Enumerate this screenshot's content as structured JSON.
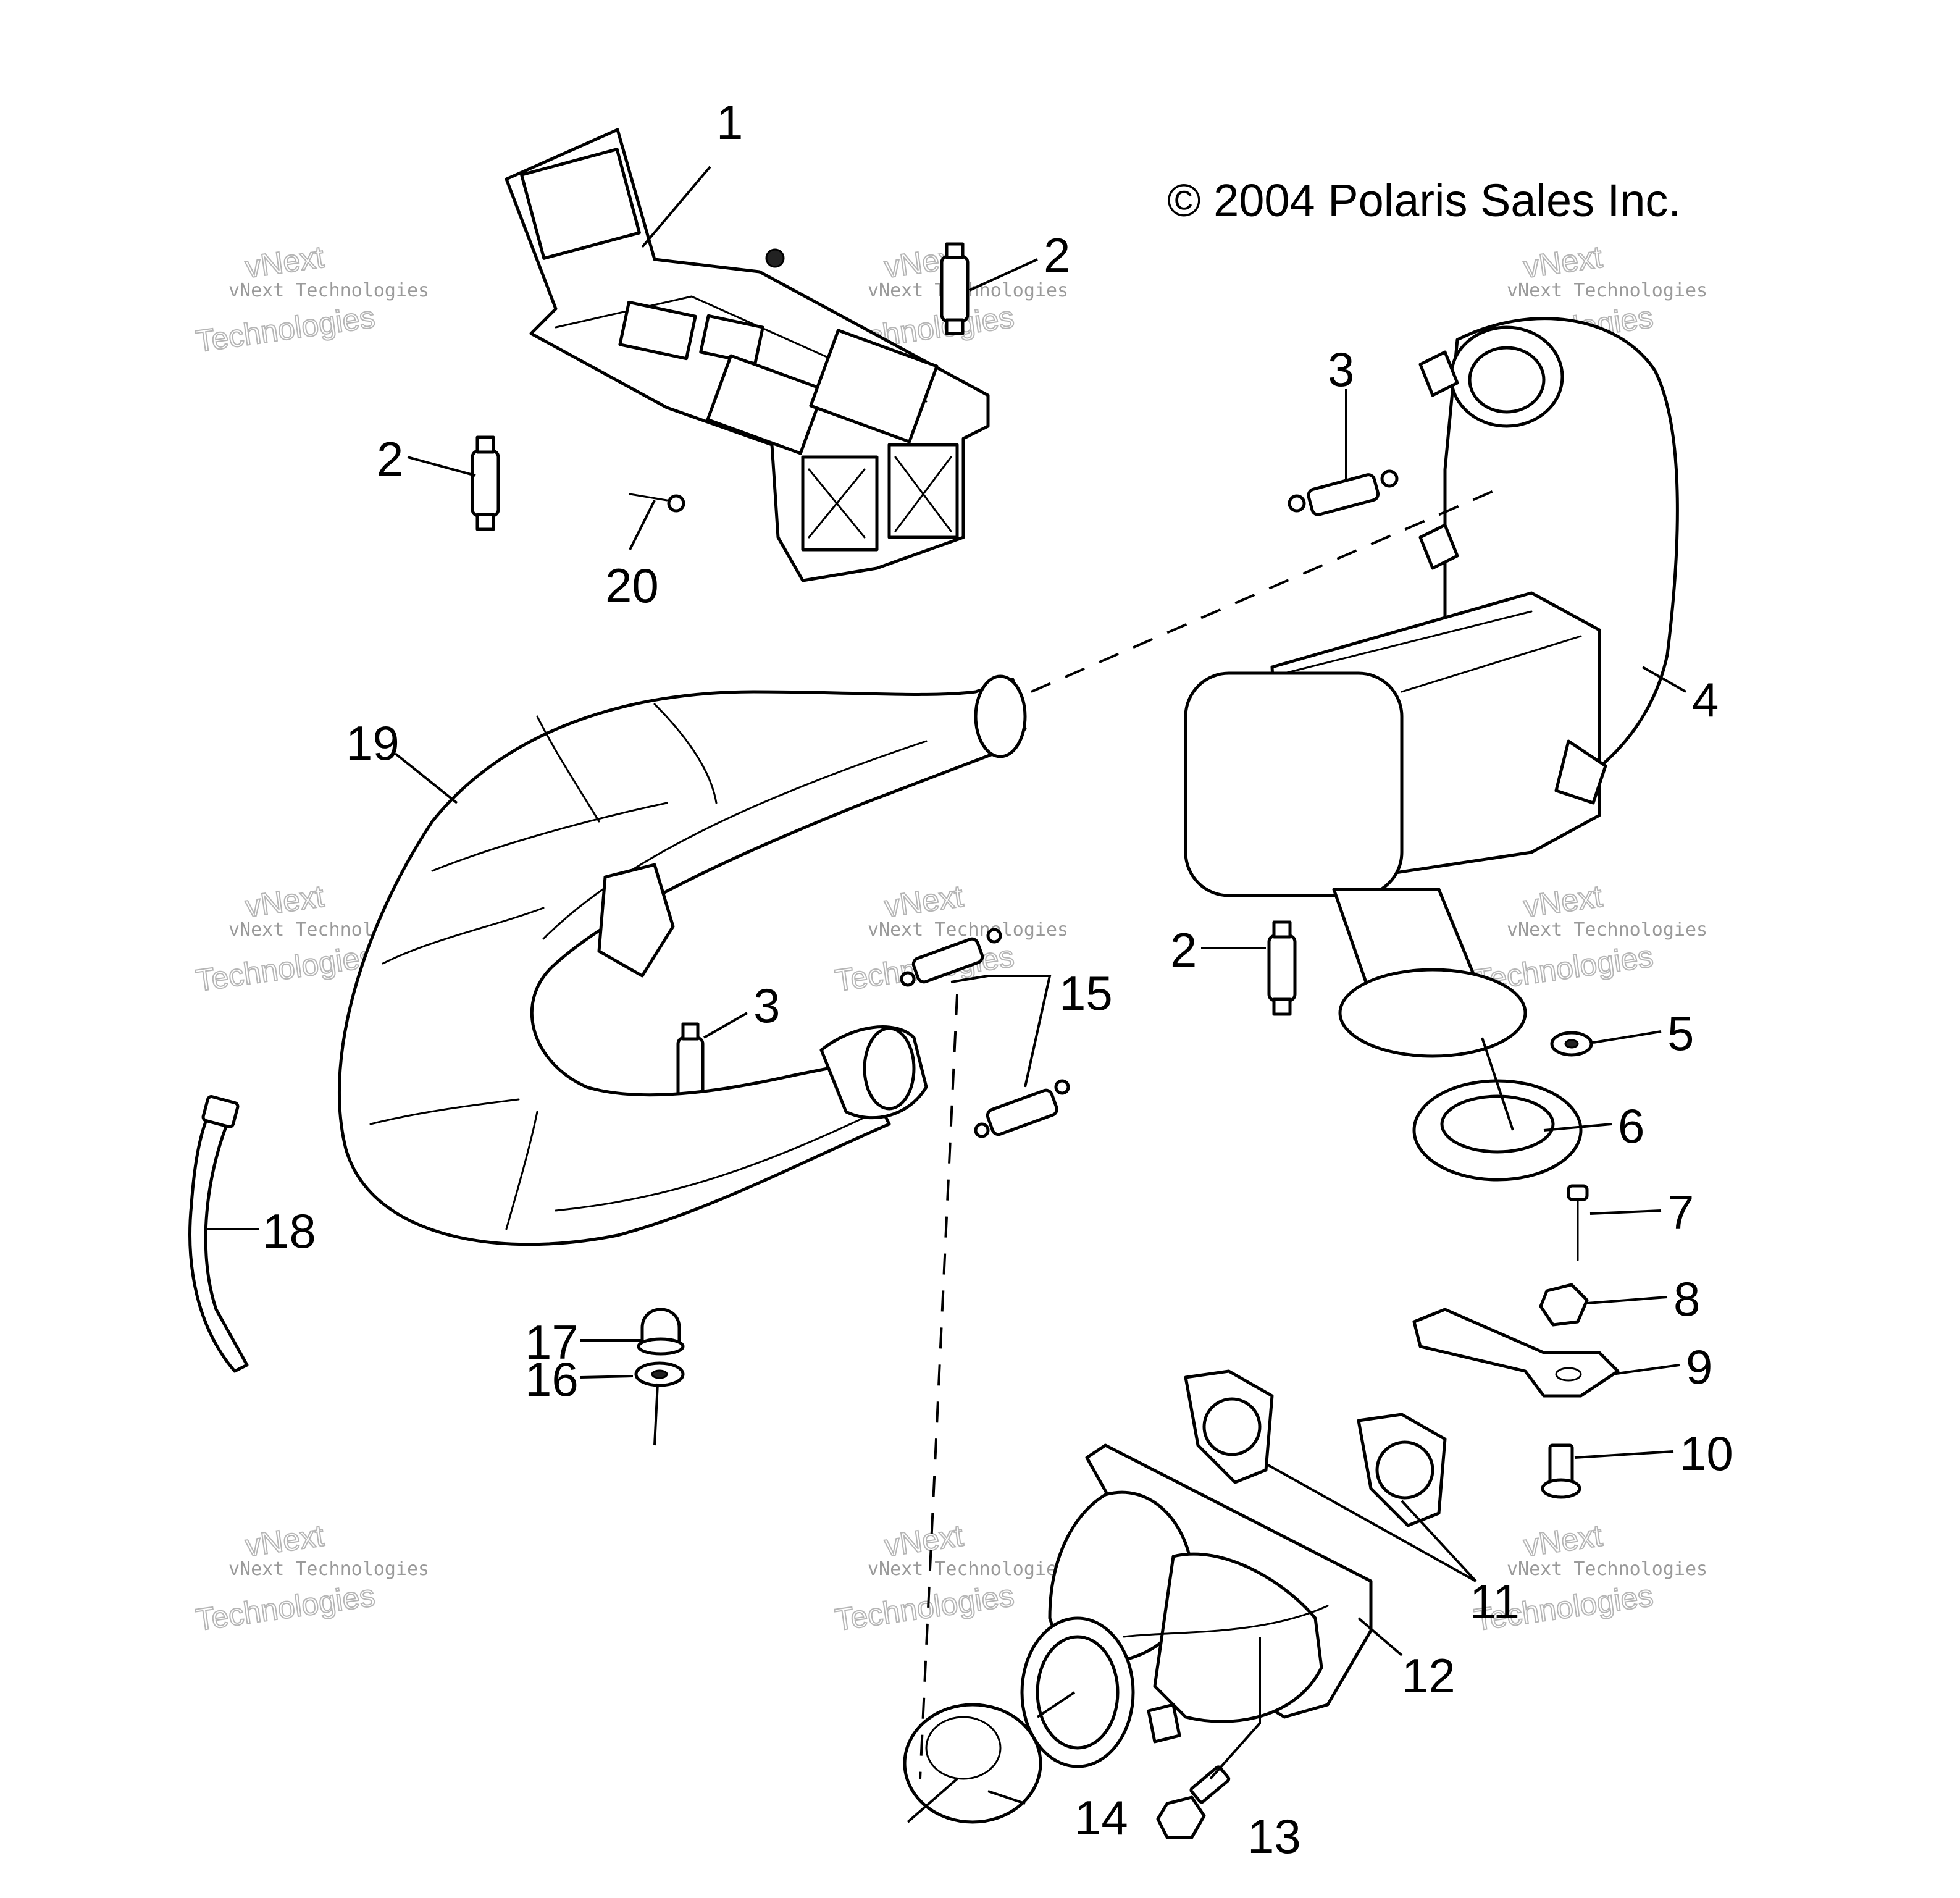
{
  "copyright": "© 2004 Polaris Sales Inc.",
  "watermark": {
    "line1": "vNext Technologies",
    "line2": "vNext",
    "line3": "Technologies"
  },
  "callouts": [
    "1",
    "2",
    "2",
    "2",
    "3",
    "3",
    "4",
    "5",
    "6",
    "7",
    "8",
    "9",
    "10",
    "11",
    "12",
    "13",
    "14",
    "15",
    "16",
    "17",
    "18",
    "19",
    "20"
  ]
}
